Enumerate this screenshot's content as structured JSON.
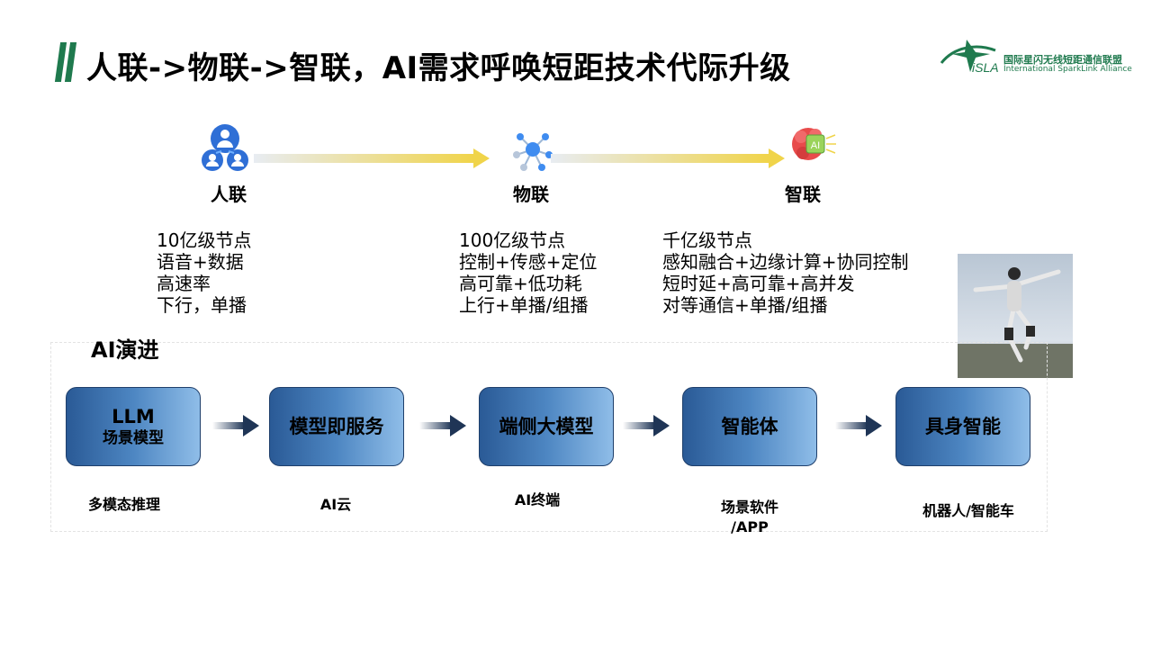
{
  "title": "人联->物联->智联，AI需求呼唤短距技术代际升级",
  "logo": {
    "mark": "iSLA",
    "name_cn": "国际星闪无线短距通信联盟",
    "name_en": "International SparkLink Alliance"
  },
  "stages": [
    {
      "label": "人联",
      "icon": "people-network-icon",
      "desc": [
        "10亿级节点",
        "语音+数据",
        "高速率",
        "下行，单播"
      ]
    },
    {
      "label": "物联",
      "icon": "iot-network-icon",
      "desc": [
        "100亿级节点",
        "控制+传感+定位",
        "高可靠+低功耗",
        "上行+单播/组播"
      ]
    },
    {
      "label": "智联",
      "icon": "ai-brain-icon",
      "desc": [
        "千亿级节点",
        "感知融合+边缘计算+协同控制",
        "短时延+高可靠+高并发",
        "对等通信+单播/组播"
      ]
    }
  ],
  "evolution": {
    "title": "AI演进",
    "steps": [
      {
        "line1": "LLM",
        "line2": "场景模型",
        "caption": [
          "多模态推理"
        ]
      },
      {
        "main": "模型即服务",
        "caption": [
          "AI云"
        ]
      },
      {
        "main": "端侧大模型",
        "caption": [
          "AI终端"
        ]
      },
      {
        "main": "智能体",
        "caption": [
          "场景软件",
          "/APP"
        ]
      },
      {
        "main": "具身智能",
        "caption": [
          "机器人/智能车"
        ]
      }
    ]
  },
  "colors": {
    "accent_green": "#1f7a4e",
    "box_dark": "#2a5a96",
    "box_light": "#8fbde8",
    "stage_arrow": "#f0d44a",
    "flow_arrow": "#1f3556"
  }
}
